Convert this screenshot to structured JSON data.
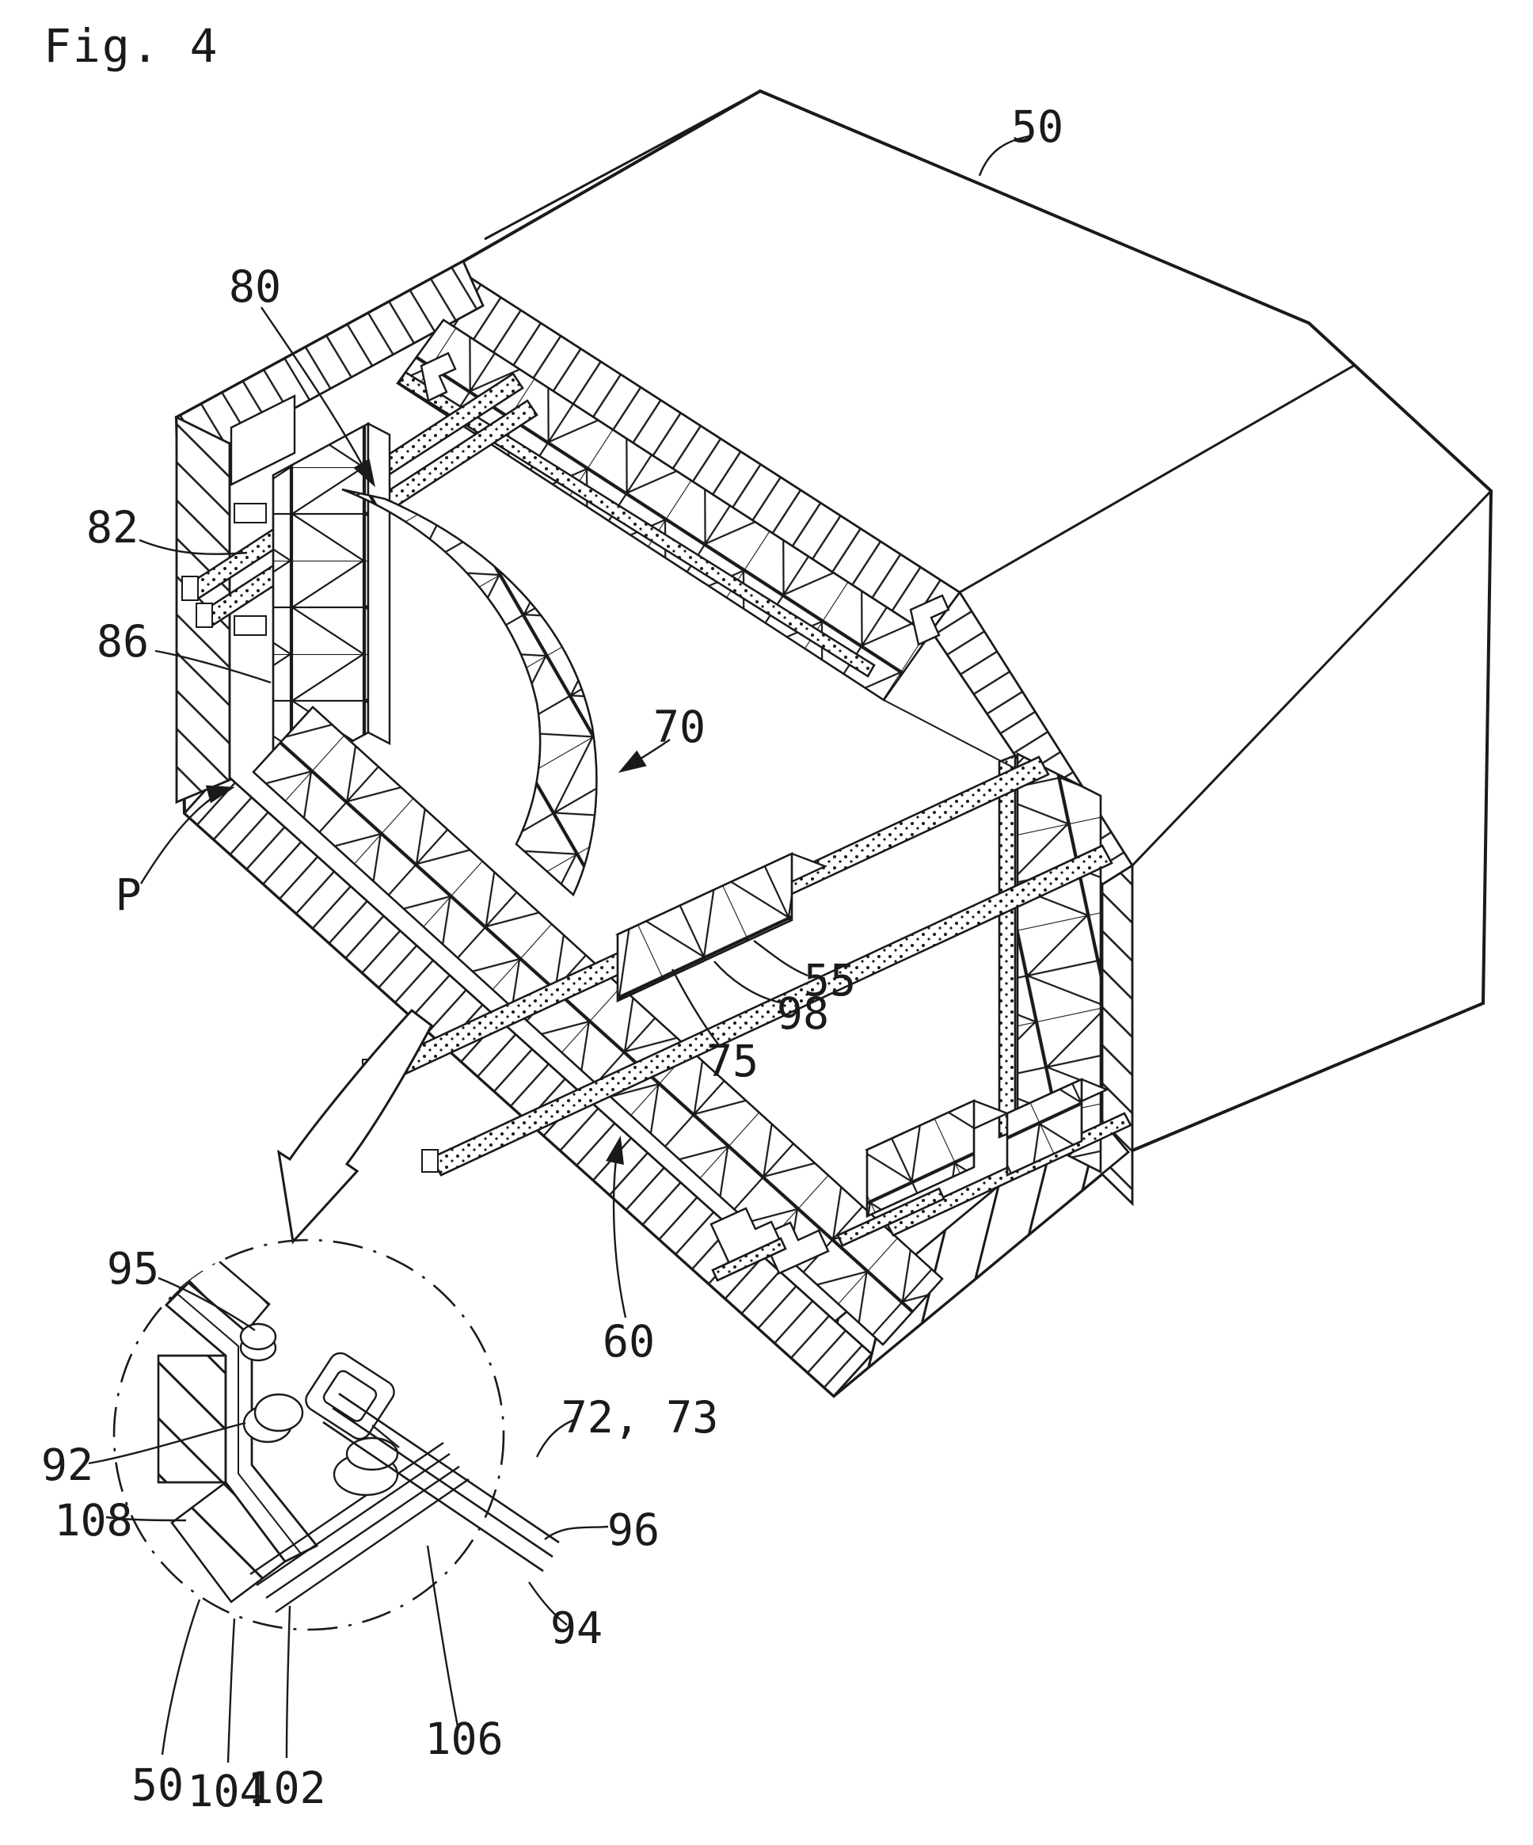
{
  "figure": {
    "title": "Fig. 4"
  },
  "colors": {
    "ink": "#1a1a1a",
    "paper": "#ffffff"
  },
  "labels": {
    "top50": "50",
    "n80": "80",
    "n82": "82",
    "n86": "86",
    "P": "P",
    "n70": "70",
    "n55": "55",
    "n98": "98",
    "n75": "75",
    "n60": "60",
    "n7273": "72, 73",
    "n95": "95",
    "n92": "92",
    "n96": "96",
    "n94": "94",
    "n108": "108",
    "n106": "106",
    "n102": "102",
    "n104": "104",
    "bottom50": "50"
  }
}
